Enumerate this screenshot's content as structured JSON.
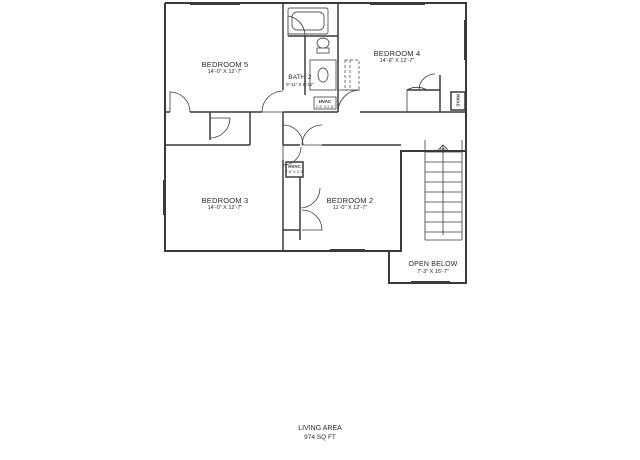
{
  "rooms": {
    "bedroom5": {
      "name": "BEDROOM 5",
      "dims": "14'-0\" X 12'-7\""
    },
    "bedroom4": {
      "name": "BEDROOM 4",
      "dims": "14'-8\" X 12'-7\""
    },
    "bath2": {
      "name": "BATH 2",
      "dims": "9'-11\" X 5'-11\""
    },
    "bedroom3": {
      "name": "BEDROOM 3",
      "dims": "14'-0\" X 12'-7\""
    },
    "bedroom2": {
      "name": "BEDROOM 2",
      "dims": "11'-0\" X 12'-7\""
    },
    "open_below": {
      "name": "OPEN BELOW",
      "dims": "7'-3\" X 15'-7\""
    }
  },
  "hvac_bath": {
    "name": "HVAC",
    "dims": "2'-6\" X 2'-6\""
  },
  "hvac_hall": {
    "name": "HVAC",
    "dims": "2'-6\" X 2'-0\""
  },
  "hvac_bed4": {
    "name": "HVAC"
  },
  "stair_label": "DN",
  "footer": {
    "title": "LIVING AREA",
    "area": "974 SQ FT"
  },
  "colors": {
    "wall": "#3a3a3a",
    "fixture": "#555555",
    "background": "#ffffff"
  }
}
